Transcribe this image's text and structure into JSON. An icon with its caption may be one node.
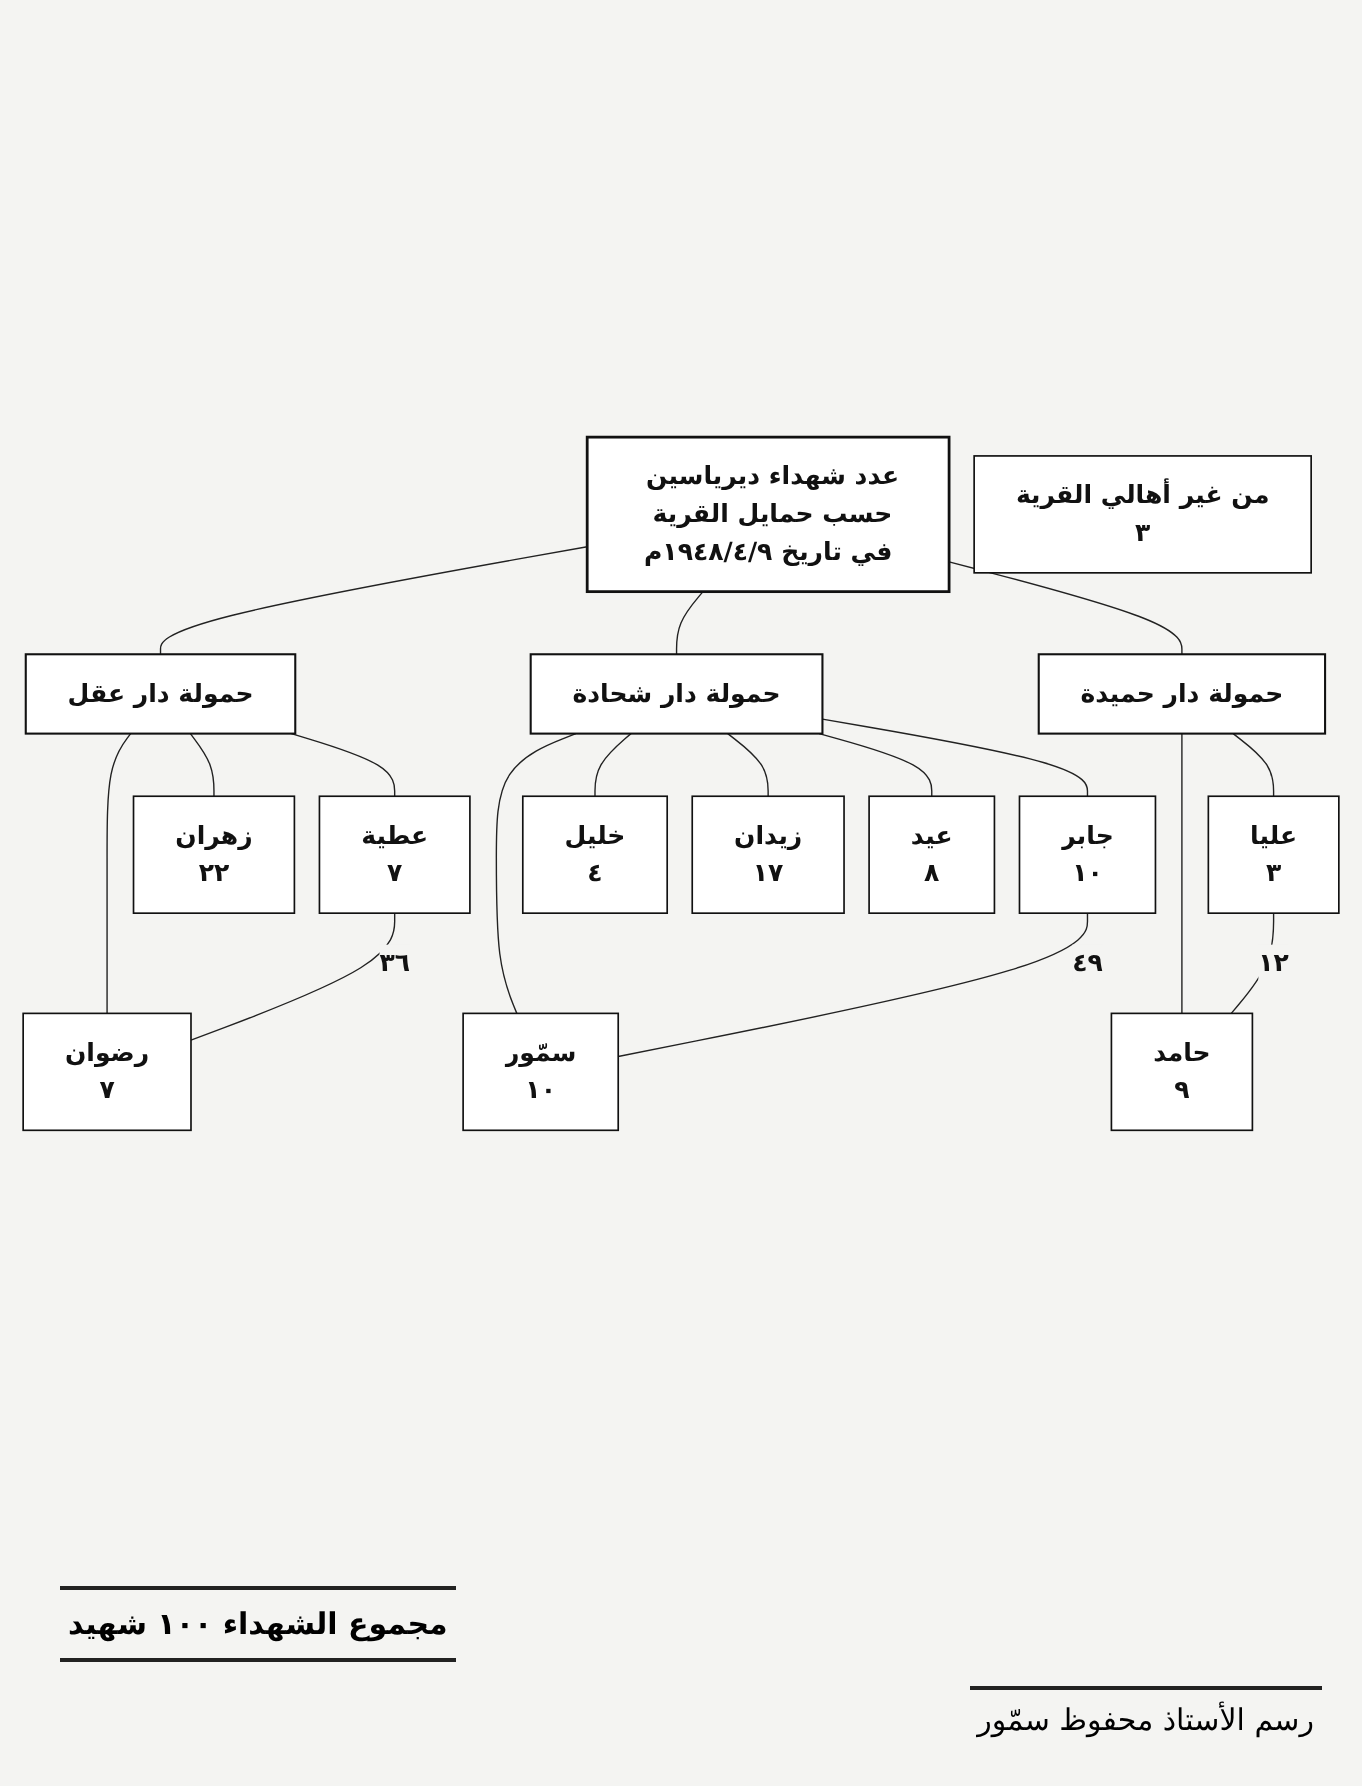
{
  "diagram": {
    "nodes": [
      {
        "text": [
          "عدد شهداء ديرياسين حسب حمايل القرية في تاريخ ١٩٤٨/٤/٩م"
        ]
      },
      {
        "text": [
          "حمولة دار عقل"
        ]
      },
      {
        "text": [
          "حمولة دار شحادة"
        ]
      },
      {
        "text": [
          "حمولة دار حميدة"
        ]
      },
      {
        "text": [
          "رضوان",
          "٧"
        ]
      },
      {
        "text": [
          "زهران",
          "٢٢"
        ]
      },
      {
        "text": [
          "عطية",
          "٧"
        ]
      },
      {
        "text": [
          "سمّور",
          "١٠"
        ]
      },
      {
        "text": [
          "خليل",
          "٤"
        ]
      },
      {
        "text": [
          "زيدان",
          "١٧"
        ]
      },
      {
        "text": [
          "عيد",
          "٨"
        ]
      },
      {
        "text": [
          "جابر",
          "١٠"
        ]
      },
      {
        "text": [
          "حامد",
          "٩"
        ]
      },
      {
        "text": [
          "عليا",
          "٣"
        ]
      },
      {
        "text": [
          "من غير أهالي القرية",
          "٣"
        ]
      }
    ],
    "edges": [
      {
        "from": 0,
        "to": 1,
        "arrow": "none"
      },
      {
        "from": 0,
        "to": 2,
        "arrow": "none"
      },
      {
        "from": 0,
        "to": 3,
        "arrow": "none"
      },
      {
        "from": 1,
        "to": 4,
        "arrow": "none"
      },
      {
        "from": 1,
        "to": 5,
        "arrow": "none"
      },
      {
        "from": 1,
        "to": 6,
        "arrow": "none"
      },
      {
        "from": 2,
        "to": 7,
        "arrow": "none"
      },
      {
        "from": 2,
        "to": 8,
        "arrow": "none"
      },
      {
        "from": 2,
        "to": 9,
        "arrow": "none"
      },
      {
        "from": 2,
        "to": 10,
        "arrow": "none"
      },
      {
        "from": 2,
        "to": 11,
        "arrow": "none"
      },
      {
        "from": 3,
        "to": 12,
        "arrow": "none"
      },
      {
        "from": 3,
        "to": 13,
        "arrow": "none"
      },
      {
        "from": 6,
        "to": 4,
        "arrow": "none",
        "label": "٣٦"
      },
      {
        "from": 11,
        "to": 7,
        "arrow": "none",
        "label": "٤٩"
      },
      {
        "from": 13,
        "to": 12,
        "arrow": "none",
        "label": "١٢"
      }
    ],
    "labels": [
      "مجموع الشهداء ١٠٠ شهيد",
      "رسم الأستاذ محفوظ سمّور"
    ]
  }
}
